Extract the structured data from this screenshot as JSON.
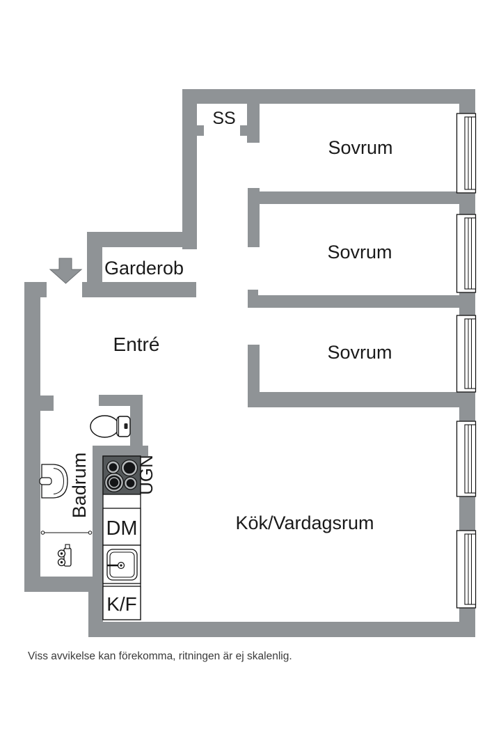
{
  "floorplan": {
    "rooms": {
      "ss": "SS",
      "sovrum_1": "Sovrum",
      "sovrum_2": "Sovrum",
      "sovrum_3": "Sovrum",
      "garderob": "Garderob",
      "entre": "Entré",
      "badrum": "Badrum",
      "kok_vardagsrum": "Kök/Vardagsrum"
    },
    "appliances": {
      "oven": "UGN",
      "dishwasher": "DM",
      "fridge_freezer": "K/F"
    },
    "disclaimer": "Viss avvikelse kan förekomma, ritningen är ej skalenlig.",
    "colors": {
      "wall_gray": "#8f9396",
      "stove_dark": "#54585a",
      "label_text": "#1a1a1a"
    }
  }
}
